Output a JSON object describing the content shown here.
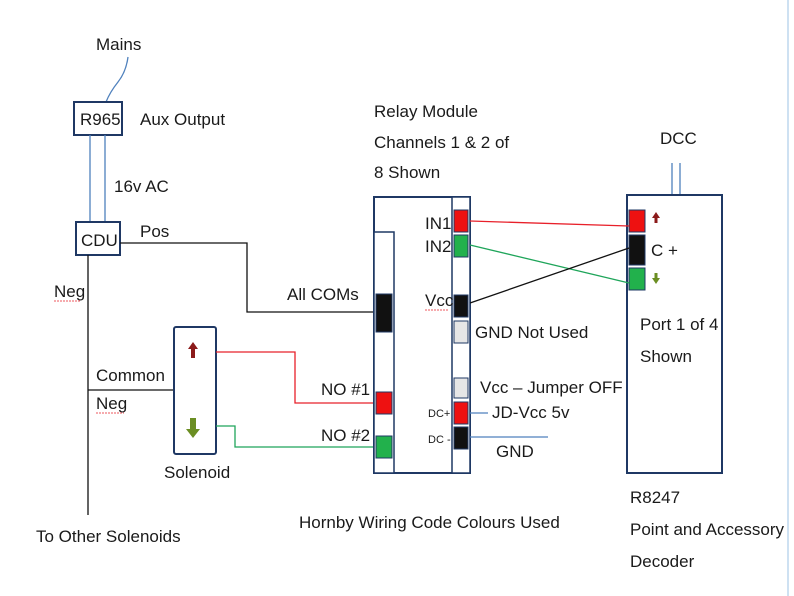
{
  "labels": {
    "mains": "Mains",
    "r965": "R965",
    "aux_output": "Aux Output",
    "ac16v": "16v AC",
    "cdu": "CDU",
    "pos": "Pos",
    "neg": "Neg",
    "all_coms": "All COMs",
    "common_neg_line1": "Common",
    "common_neg_line2": "Neg",
    "solenoid": "Solenoid",
    "no1": "NO #1",
    "no2": "NO #2",
    "to_other_solenoids": "To Other Solenoids",
    "relay_title_line1": "Relay Module",
    "relay_title_line2": "Channels 1 & 2 of",
    "relay_title_line3": "8 Shown",
    "in1": "IN1",
    "in2": "IN2",
    "vcc": "Vcc",
    "gnd_not_used": "GND Not Used",
    "vcc_jumper_off": "Vcc – Jumper OFF",
    "dc_plus": "DC+",
    "dc_minus": "DC -",
    "jd_vcc": "JD-Vcc 5v",
    "gnd": "GND",
    "hornby_note": "Hornby Wiring Code Colours Used",
    "dcc": "DCC",
    "c_plus": "C +",
    "port_line1": "Port 1 of 4",
    "port_line2": "Shown",
    "r8247_line1": "R8247",
    "r8247_line2": "Point and Accessory",
    "r8247_line3": "Decoder"
  },
  "colors": {
    "red_wire": "#e8202a",
    "green_wire": "#1fa55a",
    "black_wire": "#111111",
    "blue_wire": "#4f81bd",
    "box_outline": "#1f3864",
    "terminal_red": "#ee1111",
    "terminal_green": "#22b14c",
    "terminal_black": "#111111",
    "terminal_grey": "#e6e6e6",
    "arrow_up": "#8b1a1a",
    "arrow_down": "#6b8e23"
  },
  "icons": {
    "solenoid_up": "arrow-up-icon",
    "solenoid_down": "arrow-down-icon"
  }
}
